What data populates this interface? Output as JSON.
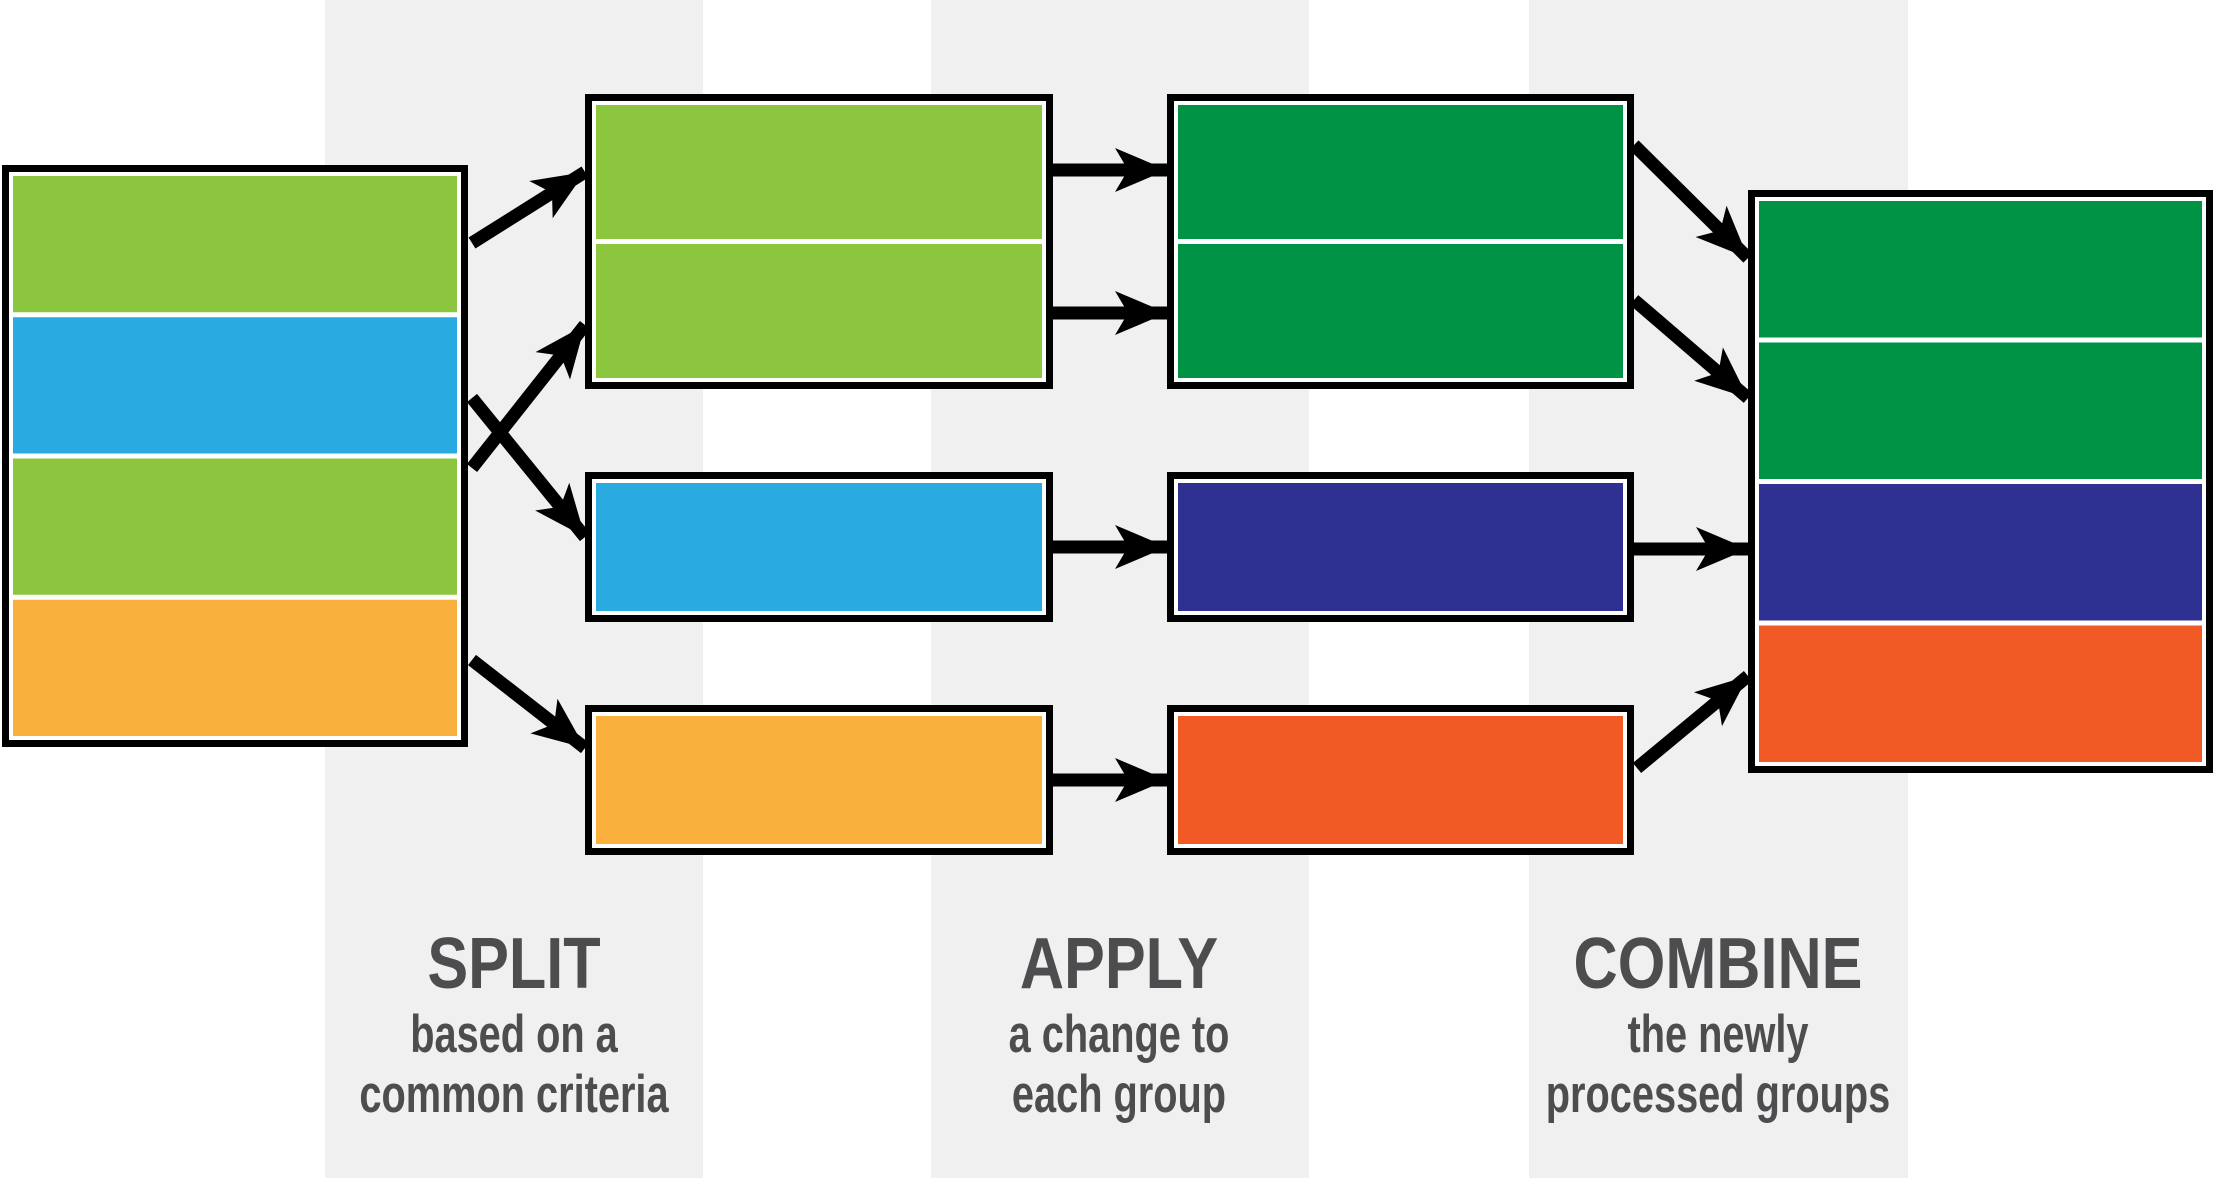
{
  "diagram_title": "split-apply-combine-diagram",
  "palette": {
    "green": "#8CC63F",
    "blue": "#29ABE2",
    "orange": "#FAB03C",
    "dark_green": "#009245",
    "navy": "#2E3192",
    "red": "#F15A24",
    "box_border": "#000000",
    "box_inset": "#FFFFFF",
    "band": "#F0F0F0",
    "page": "#FFFFFF",
    "arrow": "#000000",
    "label_text": "#4D4D4F"
  },
  "source_stack": {
    "name": "source-table",
    "rows": [
      "green",
      "blue",
      "green",
      "orange"
    ]
  },
  "split_groups": [
    {
      "name": "split-group-green",
      "rows": [
        "green",
        "green"
      ]
    },
    {
      "name": "split-group-blue",
      "rows": [
        "blue"
      ]
    },
    {
      "name": "split-group-orange",
      "rows": [
        "orange"
      ]
    }
  ],
  "apply_groups": [
    {
      "name": "apply-group-green",
      "rows": [
        "dark_green",
        "dark_green"
      ]
    },
    {
      "name": "apply-group-blue",
      "rows": [
        "navy"
      ]
    },
    {
      "name": "apply-group-orange",
      "rows": [
        "red"
      ]
    }
  ],
  "combined_stack": {
    "name": "combined-table",
    "rows": [
      "dark_green",
      "dark_green",
      "navy",
      "red"
    ]
  },
  "connections": [
    {
      "from": "source-row-1-green",
      "to": "split-green-row-1"
    },
    {
      "from": "source-row-2-blue",
      "to": "split-blue"
    },
    {
      "from": "source-row-3-green",
      "to": "split-green-row-2"
    },
    {
      "from": "source-row-4-orange",
      "to": "split-orange"
    },
    {
      "from": "split-green-row-1",
      "to": "apply-green-row-1"
    },
    {
      "from": "split-green-row-2",
      "to": "apply-green-row-2"
    },
    {
      "from": "split-blue",
      "to": "apply-blue"
    },
    {
      "from": "split-orange",
      "to": "apply-orange"
    },
    {
      "from": "apply-green-row-1",
      "to": "combined-row-1"
    },
    {
      "from": "apply-green-row-2",
      "to": "combined-row-2"
    },
    {
      "from": "apply-blue",
      "to": "combined-row-3"
    },
    {
      "from": "apply-orange",
      "to": "combined-row-4"
    }
  ],
  "steps": [
    {
      "title": "SPLIT",
      "subtitle": [
        "based on a",
        "common criteria"
      ]
    },
    {
      "title": "APPLY",
      "subtitle": [
        "a change to",
        "each group"
      ]
    },
    {
      "title": "COMBINE",
      "subtitle": [
        "the newly",
        "processed groups"
      ]
    }
  ]
}
